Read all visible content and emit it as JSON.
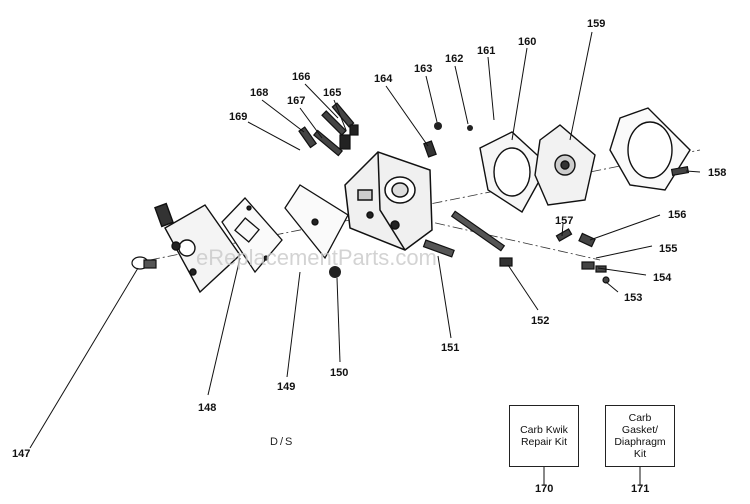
{
  "watermark": "eReplacementParts.com",
  "page_note": "D/S",
  "callouts": [
    {
      "id": "147",
      "label": "147"
    },
    {
      "id": "148",
      "label": "148"
    },
    {
      "id": "149",
      "label": "149"
    },
    {
      "id": "150",
      "label": "150"
    },
    {
      "id": "151",
      "label": "151"
    },
    {
      "id": "152",
      "label": "152"
    },
    {
      "id": "153",
      "label": "153"
    },
    {
      "id": "154",
      "label": "154"
    },
    {
      "id": "155",
      "label": "155"
    },
    {
      "id": "156",
      "label": "156"
    },
    {
      "id": "157",
      "label": "157"
    },
    {
      "id": "158",
      "label": "158"
    },
    {
      "id": "159",
      "label": "159"
    },
    {
      "id": "160",
      "label": "160"
    },
    {
      "id": "161",
      "label": "161"
    },
    {
      "id": "162",
      "label": "162"
    },
    {
      "id": "163",
      "label": "163"
    },
    {
      "id": "164",
      "label": "164"
    },
    {
      "id": "165",
      "label": "165"
    },
    {
      "id": "166",
      "label": "166"
    },
    {
      "id": "167",
      "label": "167"
    },
    {
      "id": "168",
      "label": "168"
    },
    {
      "id": "169",
      "label": "169"
    }
  ],
  "kits": [
    {
      "id": "170",
      "text": [
        "Carb Kwik",
        "Repair Kit"
      ],
      "label": "170"
    },
    {
      "id": "171",
      "text": [
        "Carb",
        "Gasket/",
        "Diaphragm",
        "Kit"
      ],
      "label": "171"
    }
  ]
}
